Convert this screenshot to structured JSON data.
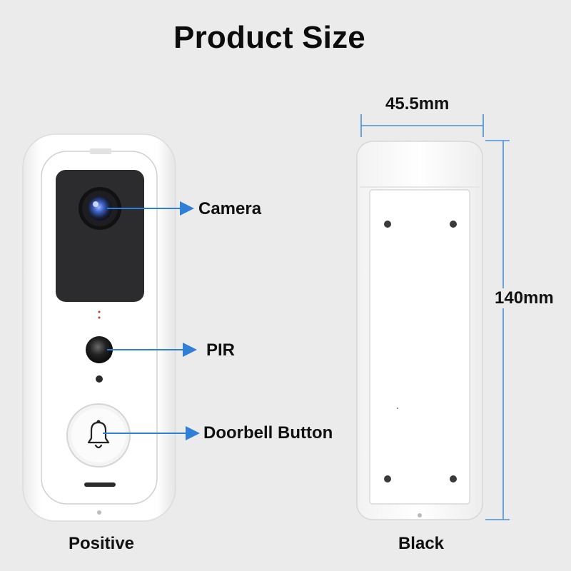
{
  "title": "Product Size",
  "callouts": {
    "camera": "Camera",
    "pir": "PIR",
    "doorbell_button": "Doorbell Button"
  },
  "dimensions": {
    "width": "45.5mm",
    "height": "140mm"
  },
  "views": {
    "front": "Positive",
    "back": "Black"
  },
  "colors": {
    "arrow": "#2f7fd6",
    "dimension_line": "#4a90d9",
    "background": "#ebebeb",
    "device_body": "#ffffff",
    "camera_panel": "#2c2c2e"
  },
  "icons": {
    "doorbell_button": "bell-icon"
  }
}
